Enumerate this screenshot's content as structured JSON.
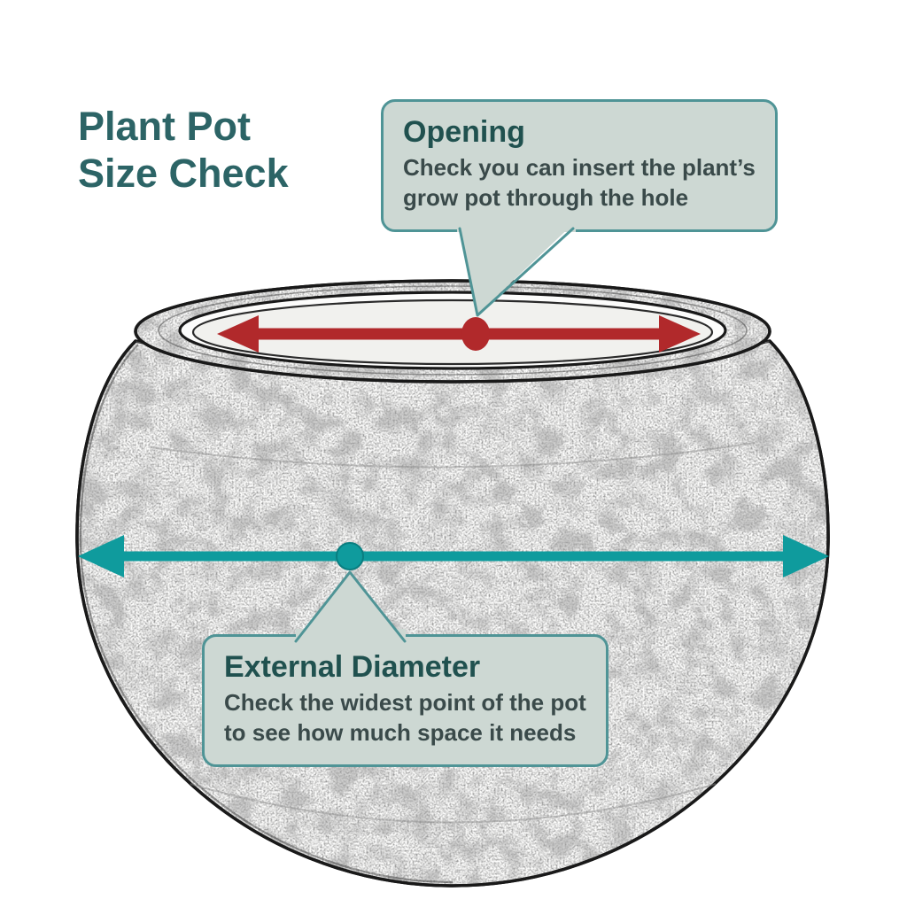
{
  "title": {
    "line1": "Plant Pot",
    "line2": "Size Check"
  },
  "callouts": {
    "opening": {
      "heading": "Opening",
      "line1": "Check you can insert the plant’s",
      "line2": "grow pot through the hole"
    },
    "external": {
      "heading": "External Diameter",
      "line1": "Check the widest point of the pot",
      "line2": "to see how much space it needs"
    }
  },
  "colors": {
    "title_text": "#2c6466",
    "callout_bg": "#cdd8d3",
    "callout_border": "#4f9496",
    "callout_heading": "#20514f",
    "callout_body": "#3a4a4a",
    "arrow_red": "#b1292b",
    "dot_red": "#b1292b",
    "arrow_teal": "#0f9b9d",
    "dot_teal": "#0f9b9d",
    "pot_outline": "#191919"
  }
}
